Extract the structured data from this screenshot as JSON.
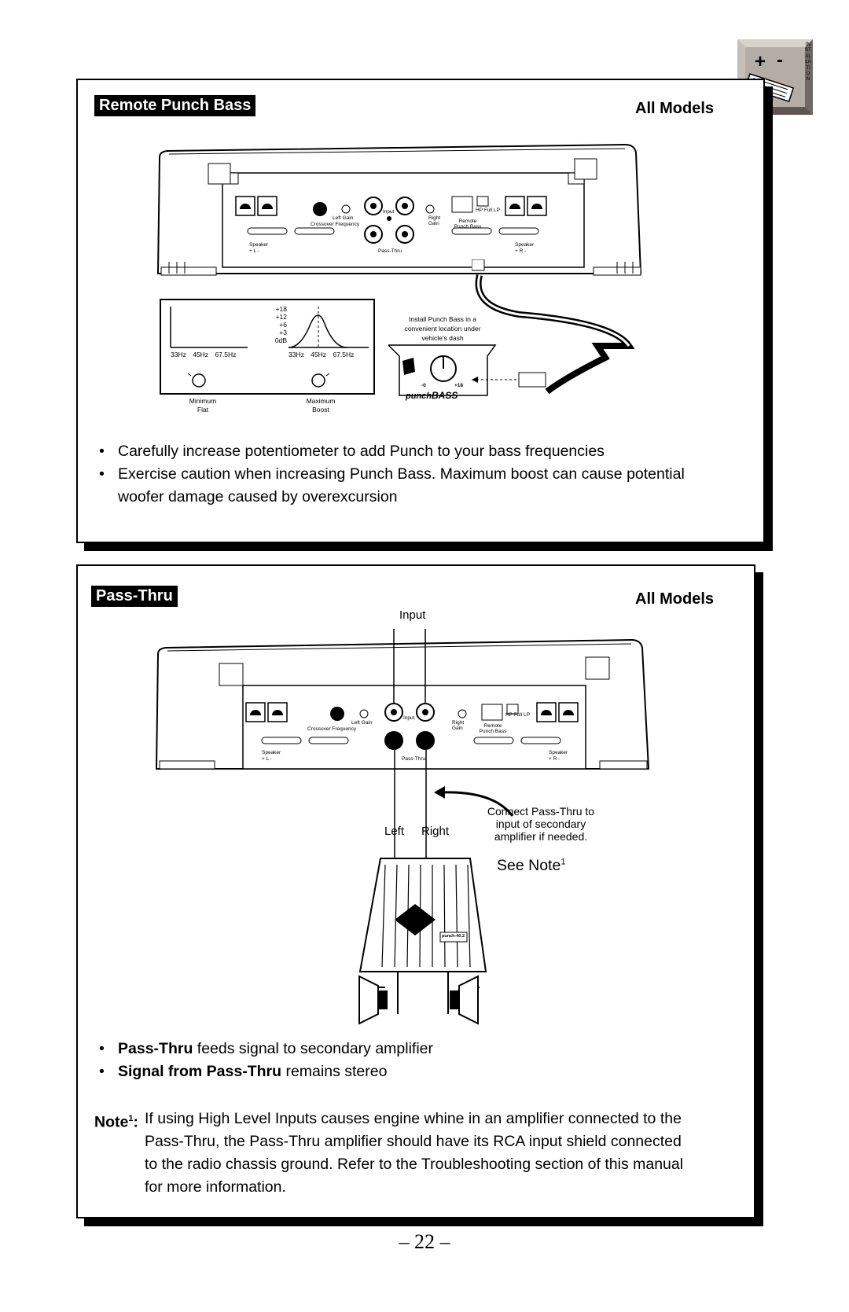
{
  "tab_icon": {
    "name": "installation-tab-icon",
    "label": "INSTALLATION",
    "symbols": "+ -"
  },
  "section1": {
    "title": "Remote Punch Bass",
    "models": "All Models",
    "panel_labels": {
      "crossover_frequency": "Crossover Frequency",
      "left_gain": "Left Gain",
      "input": "Input",
      "right_gain": "Right Gain",
      "remote_punch_bass": "Remote Punch Bass",
      "hp_full_lp": "HP Full LP",
      "crossover": "Crossover",
      "speaker_left": "Speaker",
      "speaker_left_pol": "+ L -",
      "speaker_right": "Speaker",
      "speaker_right_pol": "+ R -",
      "pass_thru": "Pass-Thru",
      "l": "L",
      "r": "R"
    },
    "graph": {
      "db_levels": [
        "+18",
        "+12",
        "+6",
        "+3",
        "0dB"
      ],
      "freqs_left": [
        "33Hz",
        "45Hz",
        "67.5Hz"
      ],
      "freqs_right": [
        "33Hz",
        "45Hz",
        "67.5Hz"
      ],
      "minimum": "Minimum",
      "flat": "Flat",
      "maximum": "Maximum",
      "boost": "Boost"
    },
    "remote_caption": "Install Punch Bass in a convenient location under vehicle's dash",
    "remote_knob_min": "-0",
    "remote_knob_max": "+18",
    "remote_brand_a": "punch",
    "remote_brand_b": "BASS",
    "bullets": [
      "Carefully increase potentiometer to add Punch to your bass frequencies",
      "Exercise caution when increasing Punch Bass. Maximum boost can cause potential woofer damage caused by overexcursion"
    ]
  },
  "section2": {
    "title": "Pass-Thru",
    "models": "All Models",
    "input_label": "Input",
    "left_label": "Left",
    "right_label": "Right",
    "connect_caption": "Connect Pass-Thru to input of secondary amplifier if needed.",
    "see_note": "See Note",
    "see_note_sup": "1",
    "amp_badge": "punch-40.2",
    "bullet1_bold": "Pass-Thru",
    "bullet1_rest": " feeds signal to secondary amplifier",
    "bullet2_bold": "Signal from Pass-Thru",
    "bullet2_rest": " remains stereo",
    "note_label": "Note",
    "note_sup": "1",
    "note_text": "If using High Level Inputs causes engine whine in an amplifier connected to the Pass-Thru, the Pass-Thru amplifier should have its RCA input shield connected to the radio chassis ground. Refer to the Troubleshooting section of this manual for more information."
  },
  "page_number": "– 22 –"
}
